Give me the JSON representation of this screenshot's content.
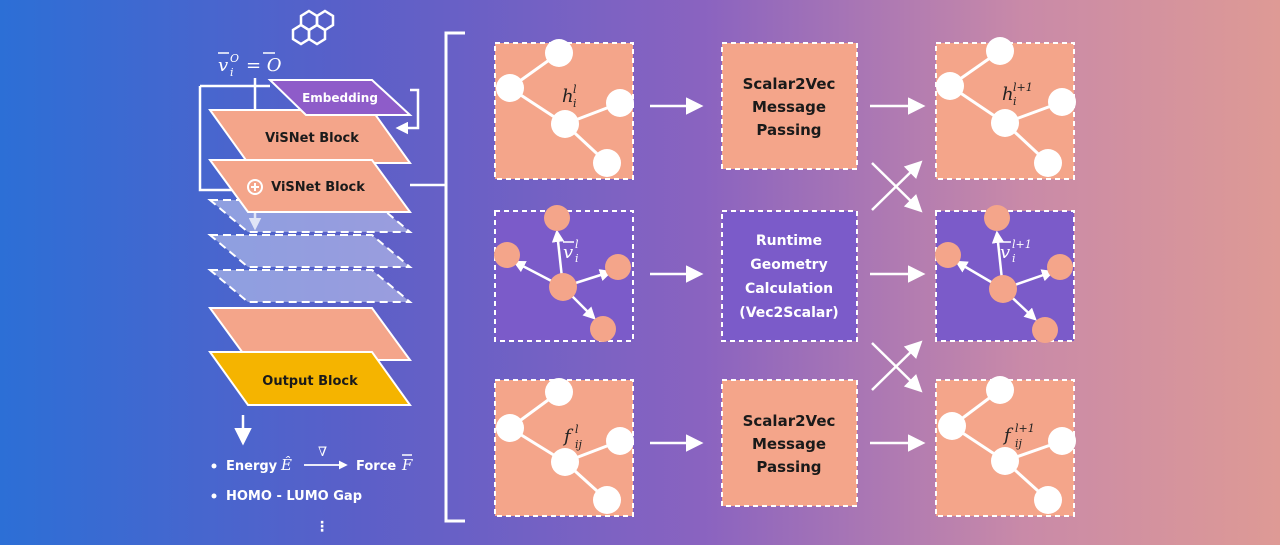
{
  "diagram": {
    "left": {
      "init_eq": "v⃗ᵢᴼ = O⃗",
      "init_lhs": "v",
      "init_lhs_sub": "i",
      "init_lhs_sup": "O",
      "init_rhs": "= O",
      "embedding": "Embedding",
      "visnet_block_1": "ViSNet Block",
      "visnet_block_2": "ViSNet Block",
      "output_block": "Output Block",
      "outputs": {
        "energy_label": "Energy",
        "energy_symbol": "Ê",
        "nabla": "∇",
        "force_label": "Force",
        "force_symbol": "F",
        "homo_lumo": "HOMO - LUMO Gap",
        "more": "⋮"
      }
    },
    "graphs": {
      "h_in": {
        "base": "h",
        "sub": "i",
        "sup": "l"
      },
      "v_in": {
        "base": "v",
        "sub": "i",
        "sup": "l"
      },
      "f_in": {
        "base": "f",
        "sub": "ij",
        "sup": "l"
      },
      "h_out": {
        "base": "h",
        "sub": "i",
        "sup": "l+1"
      },
      "v_out": {
        "base": "v",
        "sub": "i",
        "sup": "l+1"
      },
      "f_out": {
        "base": "f",
        "sub": "ij",
        "sup": "l+1"
      }
    },
    "ops": {
      "top": [
        "Scalar2Vec",
        "Message",
        "Passing"
      ],
      "middle": [
        "Runtime",
        "Geometry",
        "Calculation",
        "(Vec2Scalar)"
      ],
      "bottom": [
        "Scalar2Vec",
        "Message",
        "Passing"
      ]
    },
    "colors": {
      "salmon": "#f4a58a",
      "purple_box": "#7b5bc9",
      "embedding": "#8e5cc9",
      "output": "#f5b400",
      "ghost": "#c9cff1"
    },
    "icons": [
      "hexagon-molecule-icon",
      "arrow-icon",
      "cross-arrow-icon",
      "circle-plus-icon",
      "bracket-icon"
    ]
  }
}
